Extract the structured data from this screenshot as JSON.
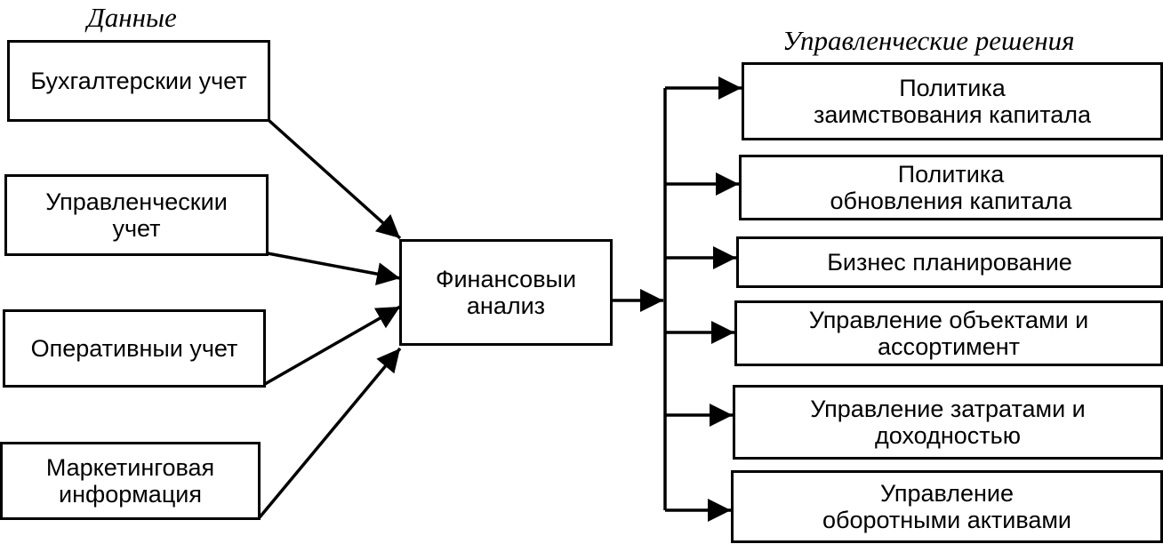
{
  "headings": {
    "data": "Данные",
    "decisions": "Управленческие решения"
  },
  "sources": [
    {
      "line1": "Бухгалтерскии учет",
      "line2": ""
    },
    {
      "line1": "Управленческии",
      "line2": "учет"
    },
    {
      "line1": "Оперативныи учет",
      "line2": ""
    },
    {
      "line1": "Маркетинговая",
      "line2": "информация"
    }
  ],
  "center": {
    "line1": "Финансовыи",
    "line2": "анализ"
  },
  "decisions": [
    {
      "line1": "Политика",
      "line2": "заимствования капитала"
    },
    {
      "line1": "Политика",
      "line2": "обновления капитала"
    },
    {
      "line1": "Бизнес планирование",
      "line2": ""
    },
    {
      "line1": "Управление объектами и",
      "line2": "ассортимент"
    },
    {
      "line1": "Управление затратами и",
      "line2": "доходностью"
    },
    {
      "line1": "Управление",
      "line2": "оборотными активами"
    }
  ]
}
